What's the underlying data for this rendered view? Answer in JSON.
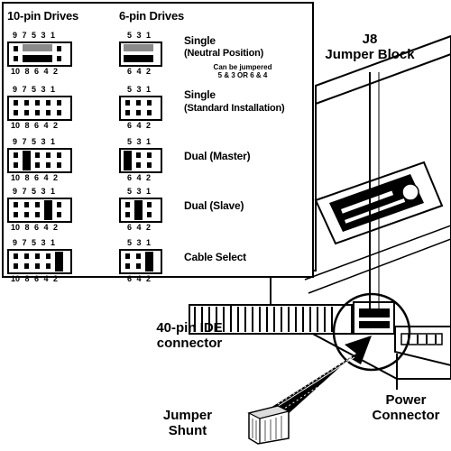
{
  "table": {
    "header_10pin": "10-pin Drives",
    "header_6pin": "6-pin Drives",
    "ten_top_numbers": "9 7 5 3 1",
    "ten_bottom_numbers": "10 8 6 4 2",
    "six_top_numbers": "5 3 1",
    "six_bottom_numbers": "6 4 2",
    "rows": [
      {
        "mode": "Single",
        "sub": "(Neutral Position)",
        "note": "Can be jumpered\n5 & 3 OR 6 & 4"
      },
      {
        "mode": "Single",
        "sub": "(Standard Installation)",
        "note": ""
      },
      {
        "mode": "Dual (Master)",
        "sub": "",
        "note": ""
      },
      {
        "mode": "Dual (Slave)",
        "sub": "",
        "note": ""
      },
      {
        "mode": "Cable Select",
        "sub": "",
        "note": ""
      }
    ]
  },
  "labels": {
    "j8_line1": "J8",
    "j8_line2": "Jumper Block",
    "ide_line1": "40-pin IDE",
    "ide_line2": "connector",
    "power_line1": "Power",
    "power_line2": "Connector",
    "shunt_line1": "Jumper",
    "shunt_line2": "Shunt"
  },
  "colors": {
    "ink": "#000000",
    "paper": "#ffffff",
    "neutral_shunt": "#8a8a8a"
  }
}
